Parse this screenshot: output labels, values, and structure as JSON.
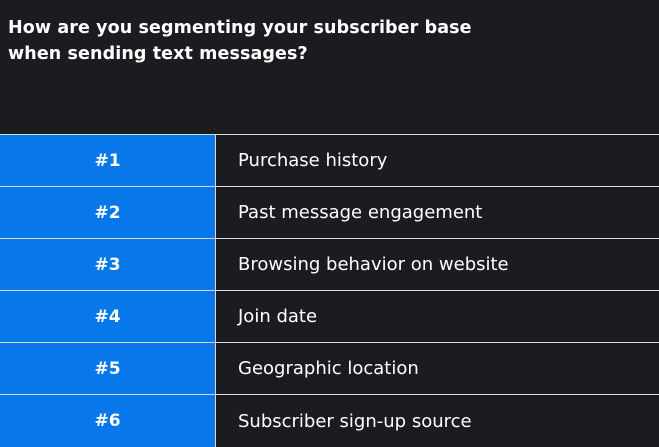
{
  "header": {
    "title_line_1": "How are you segmenting your subscriber base",
    "title_line_2": "when sending text messages?"
  },
  "colors": {
    "background": "#1b1c20",
    "rank_cell": "#0877ea",
    "divider": "#d9d9d9",
    "text": "#ffffff"
  },
  "chart_data": {
    "type": "table",
    "columns": [
      "",
      ""
    ],
    "rows": [
      {
        "rank": "#1",
        "label": "Purchase history"
      },
      {
        "rank": "#2",
        "label": "Past message engagement"
      },
      {
        "rank": "#3",
        "label": "Browsing behavior on website"
      },
      {
        "rank": "#4",
        "label": "Join date"
      },
      {
        "rank": "#5",
        "label": "Geographic location"
      },
      {
        "rank": "#6",
        "label": "Subscriber sign-up source"
      }
    ]
  }
}
